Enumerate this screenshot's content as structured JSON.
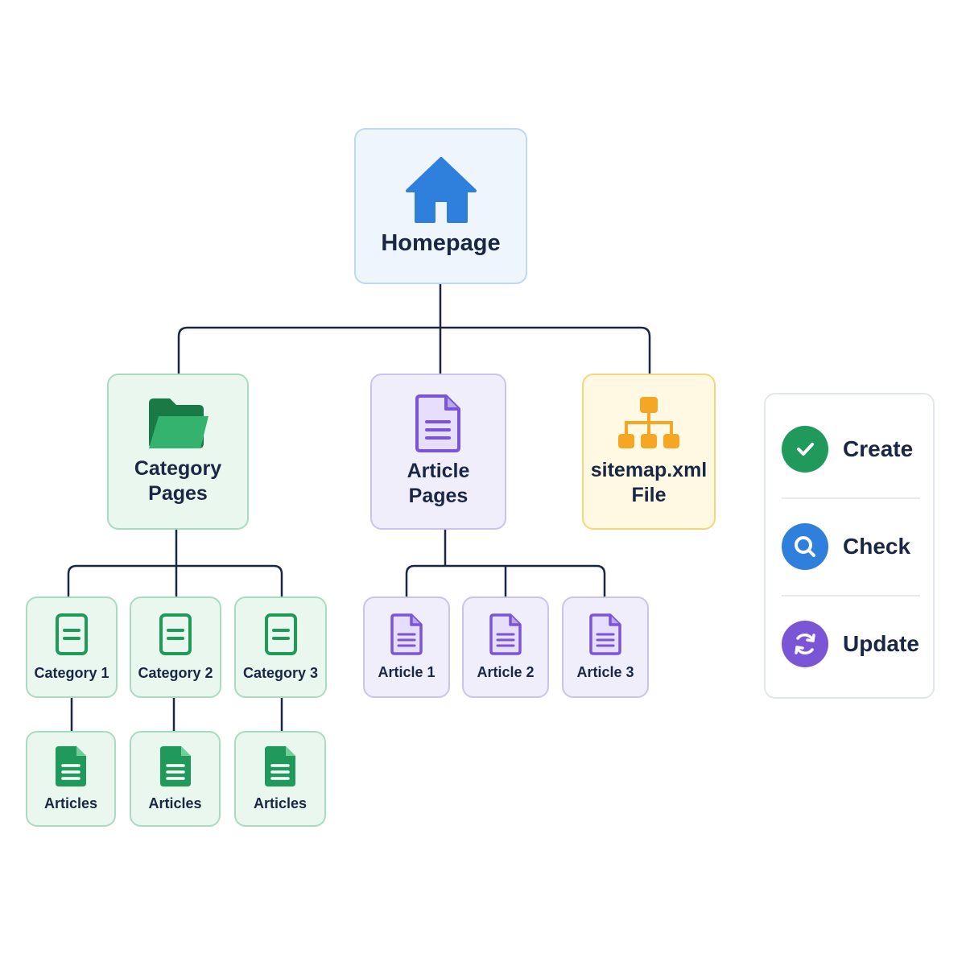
{
  "root": {
    "label": "Homepage",
    "icon": "home-icon",
    "color": "#2f7fdc"
  },
  "level1": [
    {
      "label_line1": "Category",
      "label_line2": "Pages",
      "icon": "folder-icon",
      "color": "#1f9a5a"
    },
    {
      "label_line1": "Article",
      "label_line2": "Pages",
      "icon": "document-icon",
      "color": "#7a55d6"
    },
    {
      "label_line1": "sitemap.xml",
      "label_line2": "File",
      "icon": "sitemap-icon",
      "color": "#f5a623"
    }
  ],
  "categories": [
    {
      "label": "Category 1",
      "icon": "document-outline-icon"
    },
    {
      "label": "Category 2",
      "icon": "document-outline-icon"
    },
    {
      "label": "Category 3",
      "icon": "document-outline-icon"
    }
  ],
  "category_articles": [
    {
      "label": "Articles",
      "icon": "document-filled-icon"
    },
    {
      "label": "Articles",
      "icon": "document-filled-icon"
    },
    {
      "label": "Articles",
      "icon": "document-filled-icon"
    }
  ],
  "articles": [
    {
      "label": "Article 1",
      "icon": "document-icon"
    },
    {
      "label": "Article 2",
      "icon": "document-icon"
    },
    {
      "label": "Article 3",
      "icon": "document-icon"
    }
  ],
  "legend": [
    {
      "label": "Create",
      "icon": "check-icon",
      "color": "#1f9a5a"
    },
    {
      "label": "Check",
      "icon": "search-icon",
      "color": "#2f7fdc"
    },
    {
      "label": "Update",
      "icon": "refresh-icon",
      "color": "#7a55d6"
    }
  ],
  "colors": {
    "connector": "#1a2744",
    "blue": "#2f7fdc",
    "green": "#1f9a5a",
    "purple": "#7a55d6",
    "yellow": "#f5a623"
  }
}
